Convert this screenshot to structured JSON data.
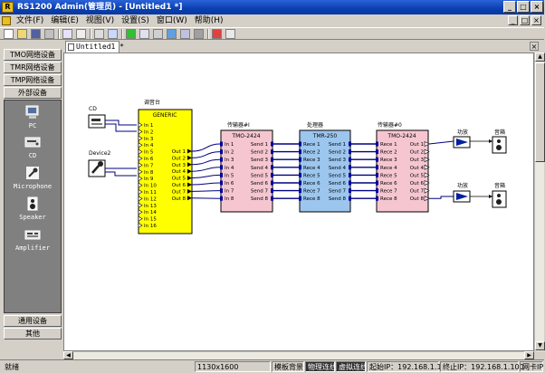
{
  "window": {
    "app_code": "RS1200",
    "title": "RS1200  Admin(管理员) - [Untitled1 *]",
    "buttons": [
      "_",
      "□",
      "×"
    ]
  },
  "menu": [
    "文件(F)",
    "编辑(E)",
    "视图(V)",
    "设置(S)",
    "窗口(W)",
    "帮助(H)"
  ],
  "doc_tab": {
    "label": "Untitled1 *"
  },
  "categories": [
    "TMO网络设备",
    "TMR网络设备",
    "TMP网络设备",
    "外部设备"
  ],
  "categories_bottom": [
    "通用设备",
    "其他"
  ],
  "devices": [
    {
      "label": "PC",
      "icon": "pc-icon"
    },
    {
      "label": "CD",
      "icon": "cd-icon"
    },
    {
      "label": "Microphone",
      "icon": "microphone-icon"
    },
    {
      "label": "Speaker",
      "icon": "speaker-icon"
    },
    {
      "label": "Amplifier",
      "icon": "amplifier-icon"
    }
  ],
  "diagram": {
    "cd": "CD",
    "device2": "Device2",
    "mixer_title": "调音台",
    "mixer_model": "GENERIC",
    "mixer_inputs": [
      "In 1",
      "In 2",
      "In 3",
      "In 4",
      "In 5",
      "In 6",
      "In 7",
      "In 8",
      "In 9",
      "In 10",
      "In 11",
      "In 12",
      "In 13",
      "In 14",
      "In 15",
      "In 16"
    ],
    "mixer_outputs": [
      "Out 1",
      "Out 2",
      "Out 3",
      "Out 4",
      "Out 5",
      "Out 6",
      "Out 7",
      "Out 8"
    ],
    "tx_title": "传输器#I",
    "tx_model": "TMO-2424",
    "tx_in": [
      "In 1",
      "In 2",
      "In 3",
      "In 4",
      "In 5",
      "In 6",
      "In 7",
      "In 8"
    ],
    "tx_send": [
      "Send 1",
      "Send 2",
      "Send 3",
      "Send 4",
      "Send 5",
      "Send 6",
      "Send 7",
      "Send 8"
    ],
    "proc_title": "处理器",
    "proc_model": "TMR-250",
    "proc_rece": [
      "Rece 1",
      "Rece 2",
      "Rece 3",
      "Rece 4",
      "Rece 5",
      "Rece 6",
      "Rece 7",
      "Rece 8"
    ],
    "proc_send": [
      "Send 1",
      "Send 2",
      "Send 3",
      "Send 4",
      "Send 5",
      "Send 6",
      "Send 7",
      "Send 8"
    ],
    "rx_title": "传输器#0",
    "rx_model": "TMO-2424",
    "rx_rece": [
      "Rece 1",
      "Rece 2",
      "Rece 3",
      "Rece 4",
      "Rece 5",
      "Rece 6",
      "Rece 7",
      "Rece 8"
    ],
    "rx_out": [
      "Out 1",
      "Out 2",
      "Out 3",
      "Out 4",
      "Out 5",
      "Out 6",
      "Out 7",
      "Out 8"
    ],
    "amp1": "功放",
    "amp2": "功放",
    "spk1": "音箱",
    "spk2": "音箱"
  },
  "status": {
    "ready": "就绪",
    "size": "1130x1600",
    "template_bg": "模板背景",
    "physical": "物理连线",
    "virtual": "虚拟连线",
    "start_ip": "起始IP：192.168.1.1",
    "end_ip": "终止IP：192.168.1.100",
    "nic": "网卡IP"
  },
  "colors": {
    "mixer": "#ffff00",
    "transmitter": "#f6c6d0",
    "processor": "#9cc6ee",
    "wire": "#000080"
  }
}
